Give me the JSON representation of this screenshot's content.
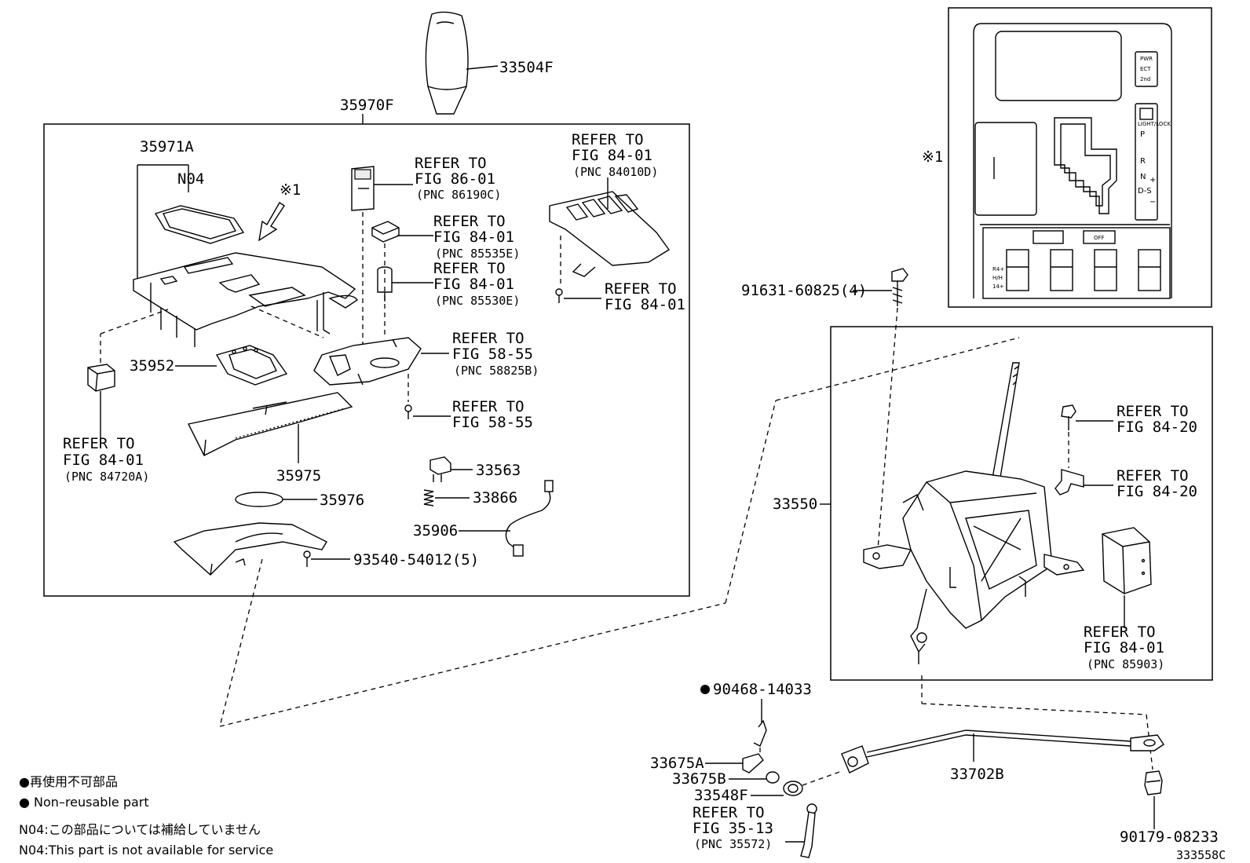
{
  "part_numbers": {
    "knob": "33504F",
    "console_assy": "35970F",
    "indicator_housing": "35971A",
    "n04_part": "N04",
    "position_indicator": "35952",
    "slide_cover": "35975",
    "disc": "35976",
    "switch": "33563",
    "spring": "33866",
    "wire": "35906",
    "screw_box": "93540-54012(5)",
    "bolt": "91631-60825(4)",
    "shift_lever_assy": "33550",
    "clip": "90468-14033",
    "bushing_a": "33675A",
    "bushing_b": "33675B",
    "retainer": "33548F",
    "control_cable": "33702B",
    "nut": "90179-08233"
  },
  "refs": {
    "r1": {
      "l1": "REFER TO",
      "l2": "FIG 86-01",
      "l3": "(PNC 86190C)"
    },
    "r2": {
      "l1": "REFER TO",
      "l2": "FIG 84-01",
      "l3": "(PNC 85535E)"
    },
    "r3": {
      "l1": "REFER TO",
      "l2": "FIG 84-01",
      "l3": "(PNC 85530E)"
    },
    "r4": {
      "l1": "REFER TO",
      "l2": "FIG 84-01",
      "l3": "(PNC 84010D)"
    },
    "r5": {
      "l1": "REFER TO",
      "l2": "FIG 84-01"
    },
    "r6": {
      "l1": "REFER TO",
      "l2": "FIG 58-55",
      "l3": "(PNC 58825B)"
    },
    "r7": {
      "l1": "REFER TO",
      "l2": "FIG 58-55"
    },
    "r8": {
      "l1": "REFER TO",
      "l2": "FIG 84-01",
      "l3": "(PNC 84720A)"
    },
    "r9": {
      "l1": "REFER TO",
      "l2": "FIG 84-20"
    },
    "r10": {
      "l1": "REFER TO",
      "l2": "FIG 84-20"
    },
    "r11": {
      "l1": "REFER TO",
      "l2": "FIG 84-01",
      "l3": "(PNC 85903)"
    },
    "r12": {
      "l1": "REFER TO",
      "l2": "FIG 35-13",
      "l3": "(PNC 35572)"
    }
  },
  "markers": {
    "ref_mark": "※1",
    "ref_mark_inset": "※1"
  },
  "inset": {
    "btn_top": [
      "PWR",
      "ECT",
      "2nd"
    ],
    "snow_label": "LIGHT/LOCK",
    "gears": [
      "P",
      "R",
      "N",
      "D-S"
    ],
    "plus": "+",
    "minus": "−",
    "off_label": "OFF",
    "left_small": [
      "R4+",
      "H/H",
      "14+"
    ]
  },
  "legend": {
    "jp_nonreusable": "●再使用不可部品",
    "en_nonreusable": "● Non–reusable part",
    "jp_n04": "N04:この部品については補給していません",
    "en_n04": "N04:This part is not available for service"
  },
  "diagram_id": "333558C"
}
